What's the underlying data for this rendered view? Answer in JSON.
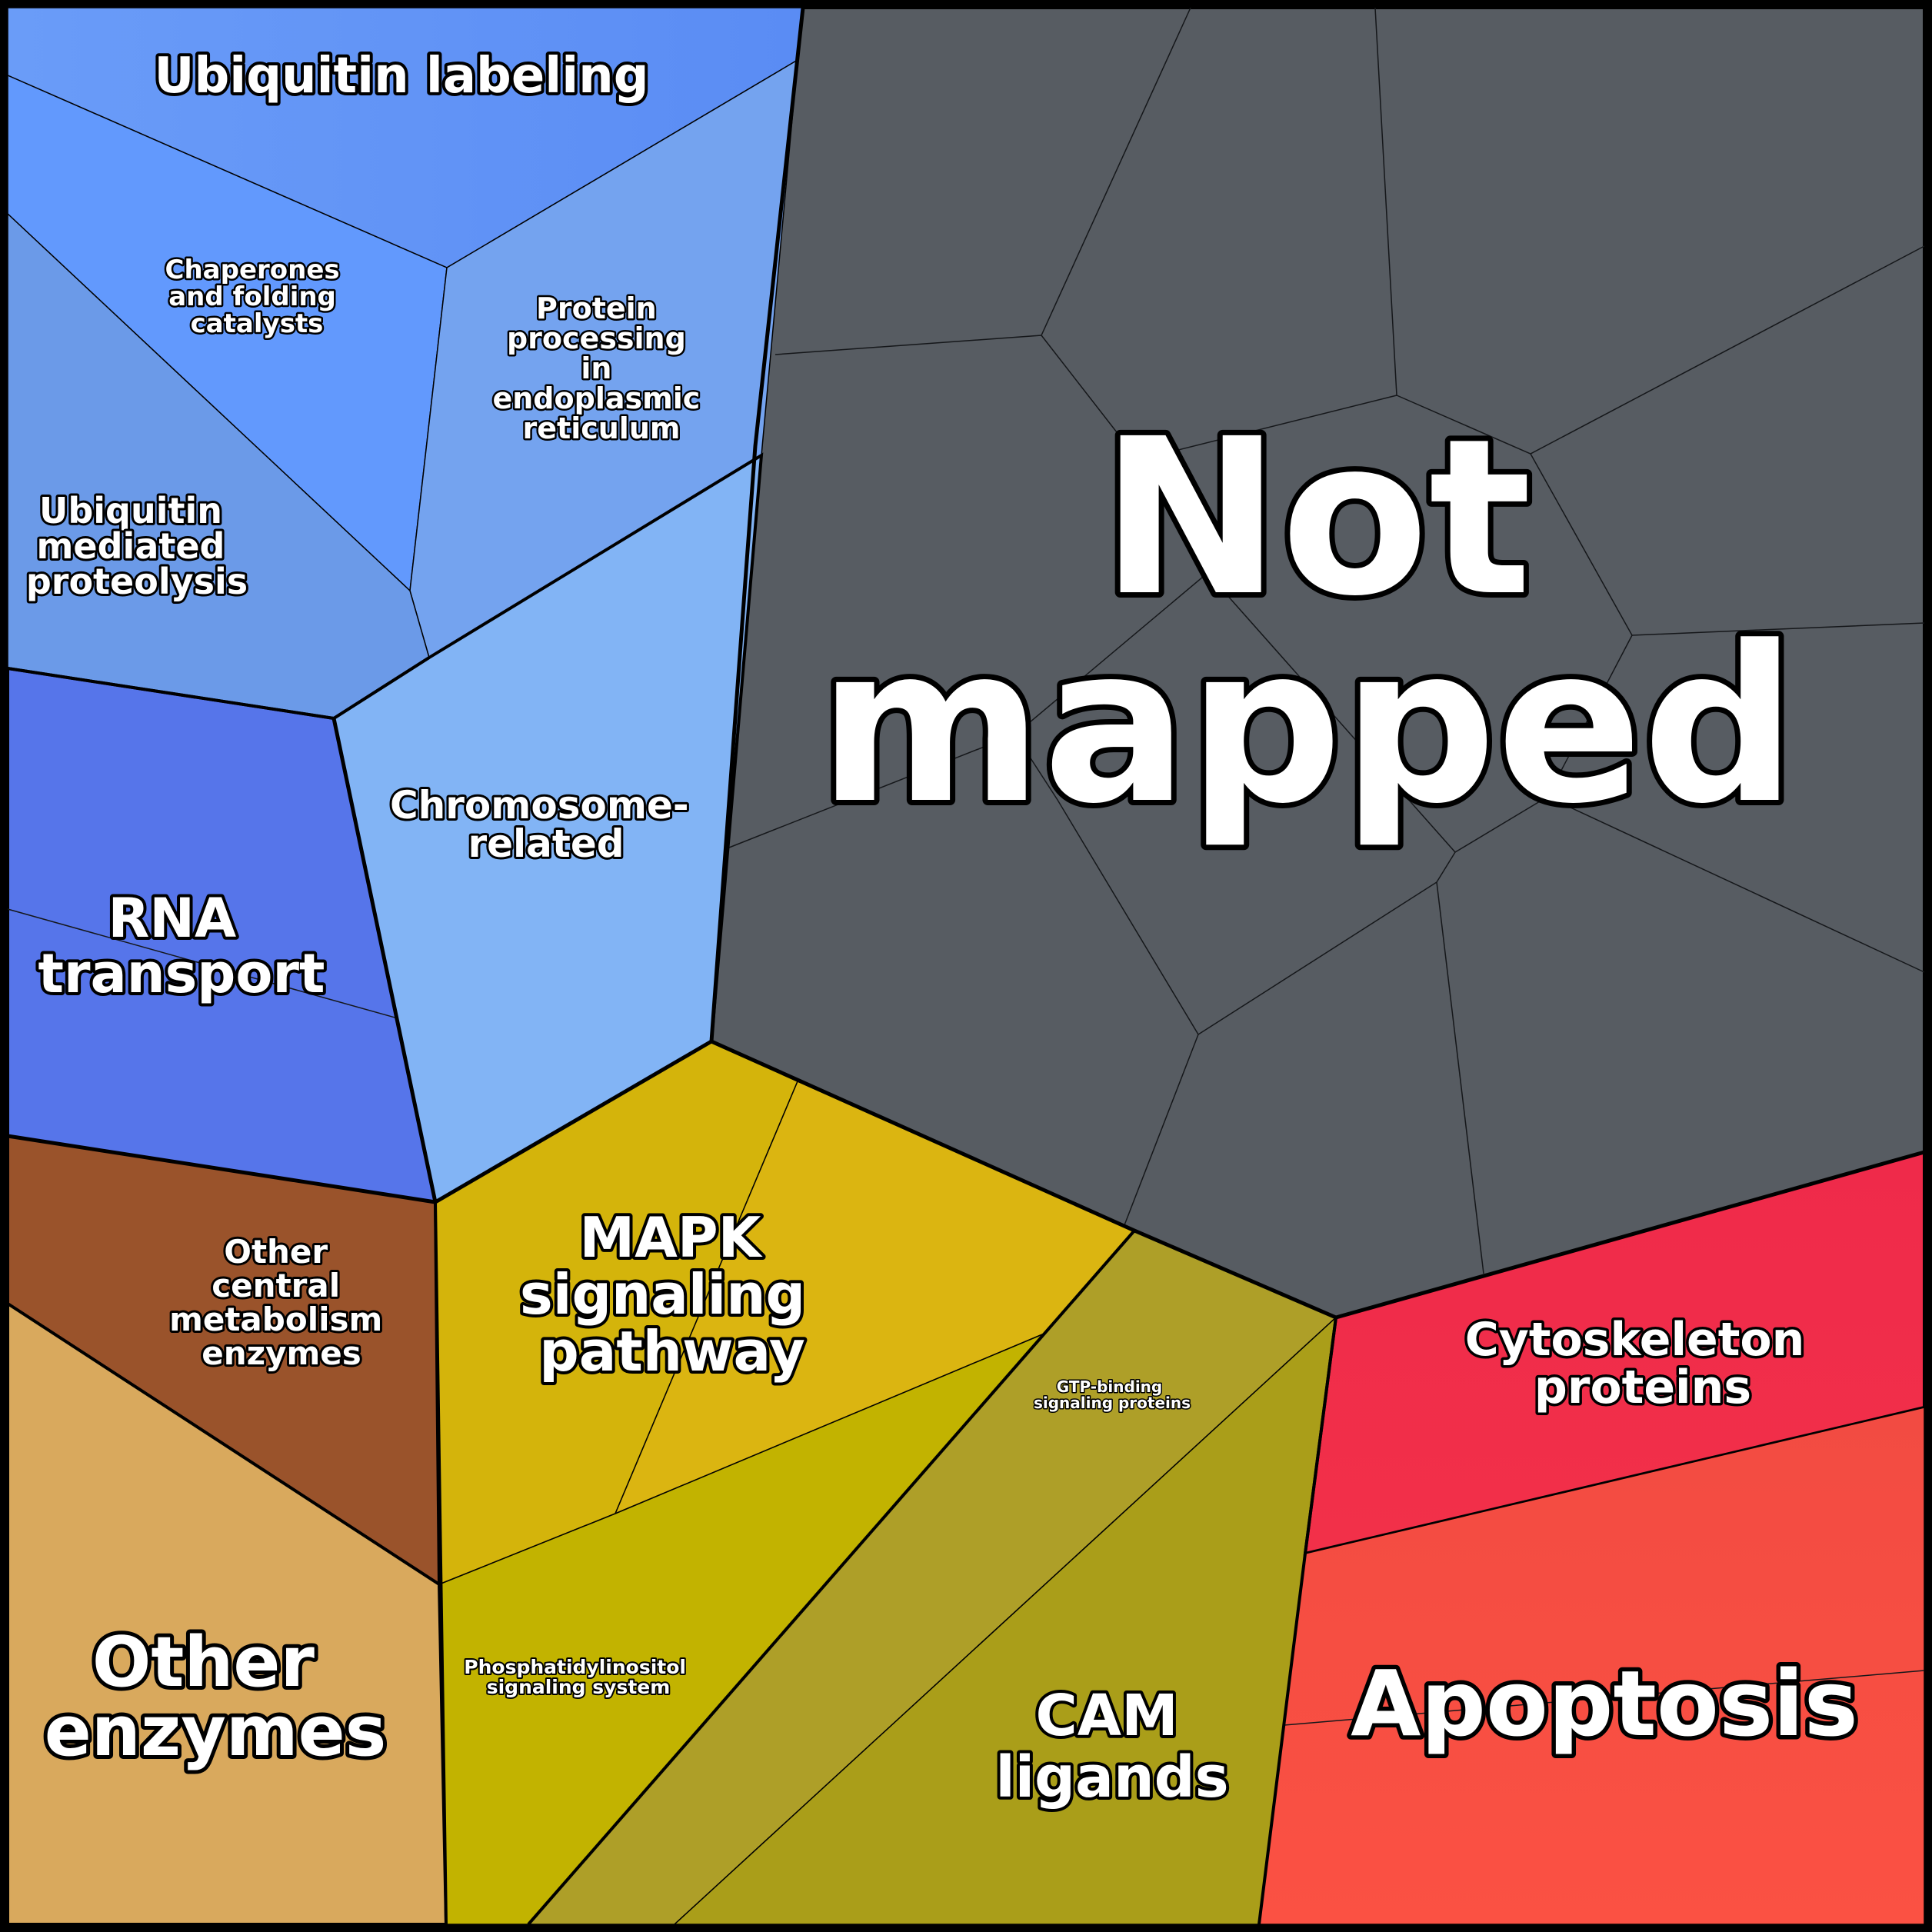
{
  "diagram": {
    "type": "voronoi-treemap",
    "categories": [
      {
        "id": "ubiquitin-labeling",
        "label": [
          "Ubiquitin labeling"
        ],
        "color": "#5b8ef5"
      },
      {
        "id": "chaperones",
        "label": [
          "Chaperones",
          "and folding",
          "catalysts"
        ],
        "color": "#6299fd"
      },
      {
        "id": "protein-processing-er",
        "label": [
          "Protein",
          "processing",
          "in",
          "endoplasmic",
          "reticulum"
        ],
        "color": "#74a3ef"
      },
      {
        "id": "ubiquitin-mediated-proteolysis",
        "label": [
          "Ubiquitin",
          "mediated",
          "proteolysis"
        ],
        "color": "#6b9ae8"
      },
      {
        "id": "chromosome-related",
        "label": [
          "Chromosome-",
          "related"
        ],
        "color": "#82b4f5"
      },
      {
        "id": "rna-transport",
        "label": [
          "RNA",
          "transport"
        ],
        "color": "#5675ea"
      },
      {
        "id": "not-mapped",
        "label": [
          "Not",
          "mapped"
        ],
        "color": "#575c62"
      },
      {
        "id": "other-central-metabolism",
        "label": [
          "Other",
          "central",
          "metabolism",
          "enzymes"
        ],
        "color": "#9a532b"
      },
      {
        "id": "other-enzymes",
        "label": [
          "Other",
          "enzymes"
        ],
        "color": "#d9a95d"
      },
      {
        "id": "mapk-signaling",
        "label": [
          "MAPK",
          "signaling",
          "pathway"
        ],
        "color": "#d4b40b"
      },
      {
        "id": "phosphatidylinositol",
        "label": [
          "Phosphatidylinositol",
          "signaling system"
        ],
        "color": "#c2b300"
      },
      {
        "id": "gtp-binding",
        "label": [
          "GTP-binding",
          "signaling proteins"
        ],
        "color": "#ae9f28"
      },
      {
        "id": "cam-ligands",
        "label": [
          "CAM",
          "ligands"
        ],
        "color": "#aa9e19"
      },
      {
        "id": "cytoskeleton-proteins",
        "label": [
          "Cytoskeleton",
          "proteins"
        ],
        "color": "#ee2b4a"
      },
      {
        "id": "apoptosis",
        "label": [
          "Apoptosis"
        ],
        "color": "#f64f42"
      }
    ]
  }
}
